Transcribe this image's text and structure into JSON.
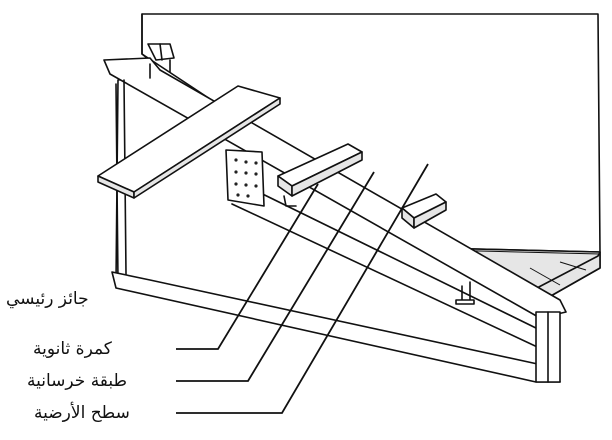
{
  "labels": {
    "main_girder": "جائز رئيسي",
    "secondary_beam": "كمرة ثانوية",
    "concrete_layer": "طبقة خرسانية",
    "floor_surface": "سطح الأرضية"
  },
  "colors": {
    "ink": "#111111",
    "background": "#ffffff",
    "shading": "#e6e6e6"
  }
}
